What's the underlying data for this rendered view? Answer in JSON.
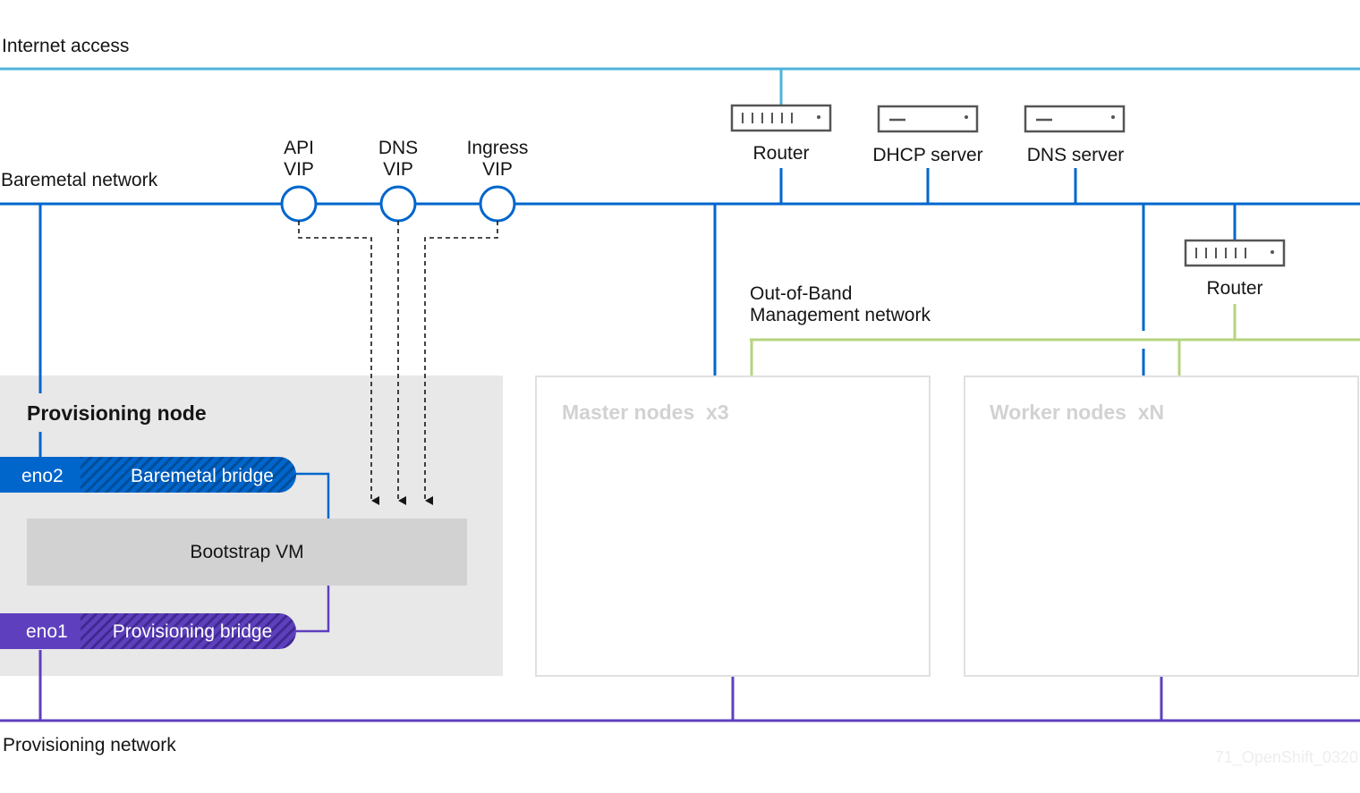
{
  "networks": {
    "internet": "Internet access",
    "baremetal": "Baremetal network",
    "oob_line1": "Out-of-Band",
    "oob_line2": "Management network",
    "provisioning": "Provisioning network"
  },
  "vips": {
    "api": {
      "line1": "API",
      "line2": "VIP"
    },
    "dns": {
      "line1": "DNS",
      "line2": "VIP"
    },
    "ingress": {
      "line1": "Ingress",
      "line2": "VIP"
    }
  },
  "devices": {
    "router_top": "Router",
    "dhcp": "DHCP server",
    "dns": "DNS server",
    "router_oob": "Router"
  },
  "provisioning_node": {
    "title": "Provisioning node",
    "eno2": "eno2",
    "baremetal_bridge": "Baremetal bridge",
    "bootstrap_vm": "Bootstrap VM",
    "eno1": "eno1",
    "provisioning_bridge": "Provisioning bridge"
  },
  "clusters": {
    "master": "Master nodes  x3",
    "worker": "Worker nodes  xN"
  },
  "watermark": "71_OpenShift_0320",
  "colors": {
    "internet": "#4fb3d9",
    "baremetal": "#0066cc",
    "oob": "#b5d47f",
    "provisioning": "#5e40be",
    "panel": "#e8e8e8"
  }
}
